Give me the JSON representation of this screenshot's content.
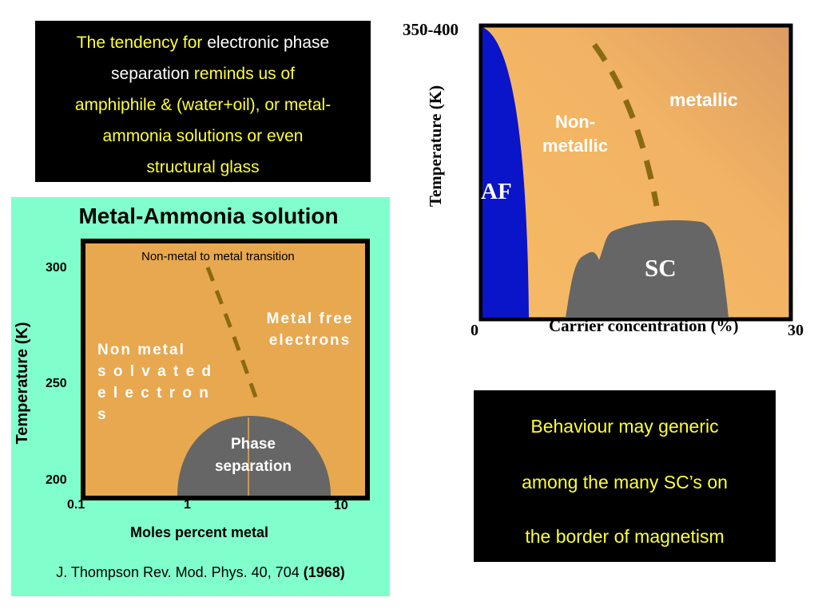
{
  "top_left_box": {
    "line1": {
      "a": "The tendency for ",
      "b": "electronic phase"
    },
    "line2": {
      "a": "separation ",
      "b": "reminds us of"
    },
    "line3": "amphiphile & (water+oil), or metal-",
    "line4": "ammonia solutions or even",
    "line5": "structural glass"
  },
  "phase_diagram": {
    "y_max_label": "350-400",
    "y_label": "Temperature (K)",
    "x_min_label": "0",
    "x_max_label": "30",
    "x_label": "Carrier concentration (%)",
    "region_af": "AF",
    "region_sc": "SC",
    "region_nonmetallic_1": "Non-",
    "region_nonmetallic_2": "metallic",
    "region_metallic": "metallic"
  },
  "metal_ammonia": {
    "title": "Metal-Ammonia solution",
    "annotation": "Non-metal to metal transition",
    "y_label": "Temperature (K)",
    "y_ticks": [
      "300",
      "250",
      "200"
    ],
    "x_ticks": [
      "0.1",
      "1",
      "10"
    ],
    "x_label": "Moles percent metal",
    "region_left": [
      "Non metal",
      "s o l v a t e d",
      "e l e c t r o n s"
    ],
    "region_right": [
      "Metal free",
      "electrons"
    ],
    "phase_sep": [
      "Phase",
      "separation"
    ],
    "citation": {
      "text": "J. Thompson Rev. Mod. Phys. 40, 704 ",
      "year": "(1968)"
    }
  },
  "bottom_right_box": {
    "line1": "Behaviour may generic",
    "line2": "among the many SC’s on",
    "line3": "the border of magnetism"
  },
  "colors": {
    "box_background": "#000000",
    "highlight_text": "#ffff33",
    "panel_background": "#80ffcc",
    "af_region": "#0a14c8",
    "orange_fill": "#e8a850",
    "sc_region": "#666666",
    "dashed_line": "#8a6a10"
  }
}
